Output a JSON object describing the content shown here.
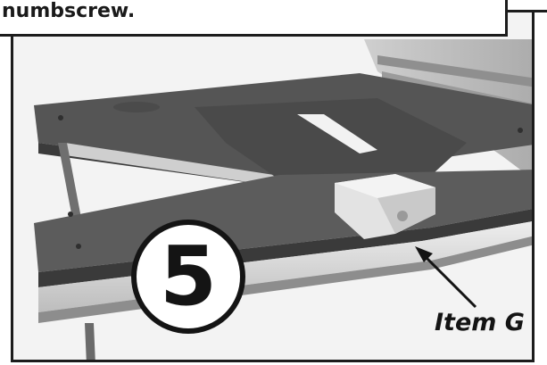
{
  "caption": {
    "text": "numbscrew."
  },
  "step": {
    "number": "5"
  },
  "callout": {
    "label": "Item G"
  },
  "colors": {
    "table_top": "#5a5a5a",
    "table_edge": "#3a3a3a",
    "rail_light": "#d9d9d9",
    "block": "#e4e4e4",
    "outline": "#1c1c1c"
  }
}
